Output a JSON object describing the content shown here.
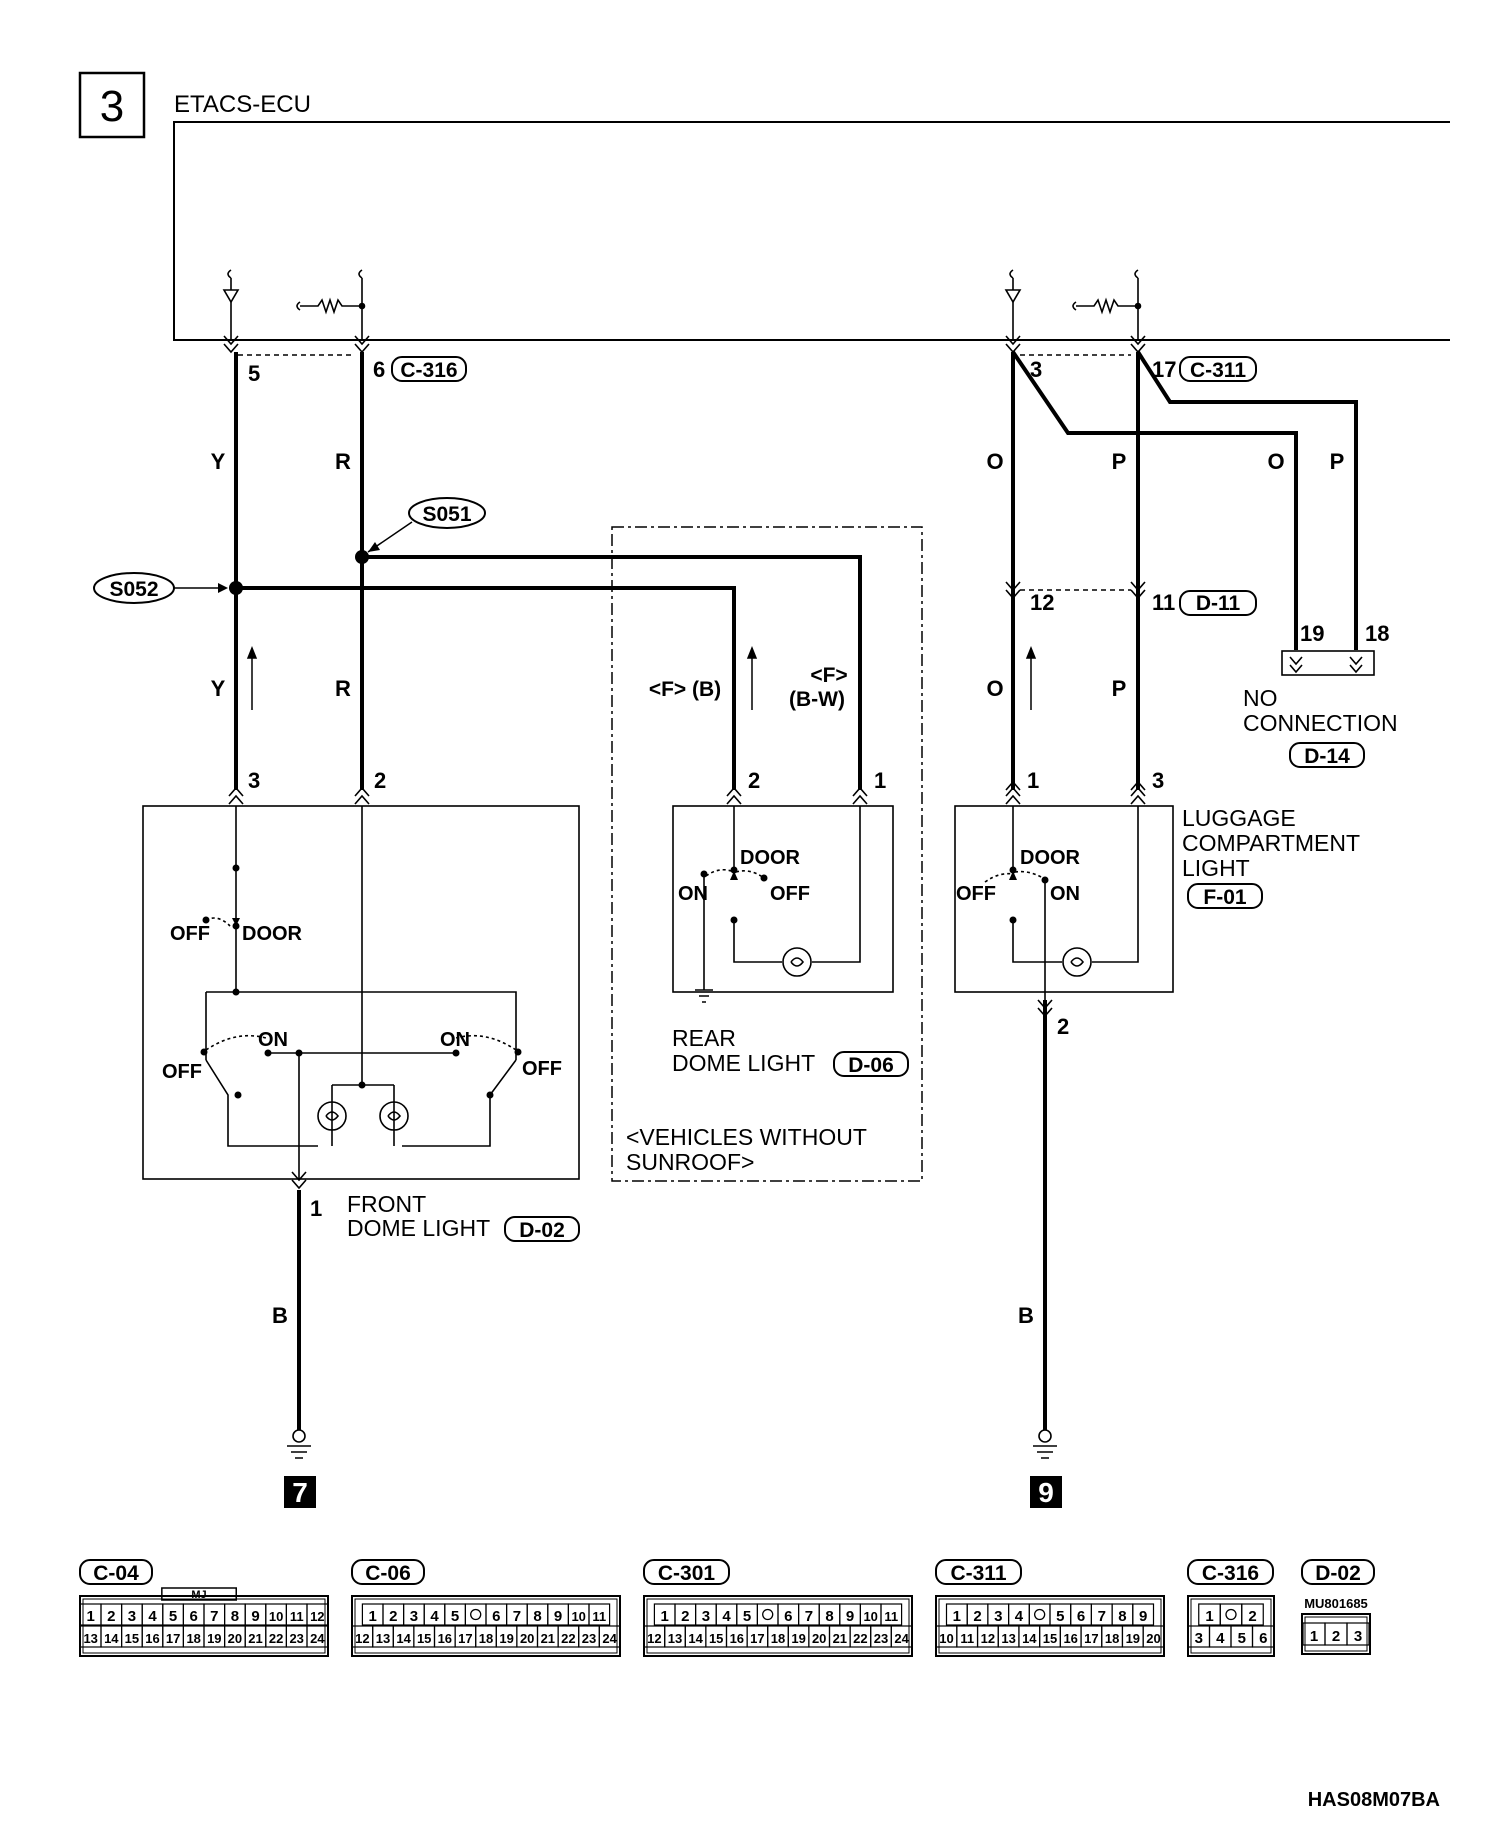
{
  "page_number": "3",
  "ecu_label": "ETACS-ECU",
  "ecu_pins": {
    "pin5": "5",
    "pin6": "6",
    "conn_c316": "C-316",
    "pin3": "3",
    "pin17": "17",
    "conn_c311": "C-311"
  },
  "wire_colors": {
    "y_top": "Y",
    "r_top": "R",
    "o_top": "O",
    "p_top": "P",
    "o_right": "O",
    "p_right": "P",
    "y_low": "Y",
    "r_low": "R",
    "o_low": "O",
    "p_low": "P",
    "f_b": "<F> (B)",
    "f_tag": "<F>",
    "bw": "(B-W)",
    "b_left": "B",
    "b_right": "B"
  },
  "splices": {
    "s051": "S051",
    "s052": "S052"
  },
  "junction": {
    "pin12": "12",
    "pin11": "11",
    "conn": "D-11",
    "pin19": "19",
    "pin18": "18",
    "nc_line1": "NO",
    "nc_line2": "CONNECTION",
    "nc_conn": "D-14"
  },
  "front_dome": {
    "pin3": "3",
    "pin2": "2",
    "pin1": "1",
    "off1": "OFF",
    "door": "DOOR",
    "on_l": "ON",
    "on_r": "ON",
    "off_l": "OFF",
    "off_r": "OFF",
    "label1": "FRONT",
    "label2": "DOME LIGHT",
    "conn": "D-02"
  },
  "rear_dome": {
    "pin2": "2",
    "pin1": "1",
    "door": "DOOR",
    "on": "ON",
    "off": "OFF",
    "label1": "REAR",
    "label2": "DOME LIGHT",
    "conn": "D-06",
    "note1": "<VEHICLES WITHOUT",
    "note2": "SUNROOF>"
  },
  "luggage": {
    "pin1": "1",
    "pin3": "3",
    "pin2": "2",
    "door": "DOOR",
    "off": "OFF",
    "on": "ON",
    "label1": "LUGGAGE",
    "label2": "COMPARTMENT",
    "label3": "LIGHT",
    "conn": "F-01"
  },
  "grounds": {
    "left": "7",
    "right": "9"
  },
  "connectors": [
    {
      "name": "C-04",
      "row1": [
        "1",
        "2",
        "3",
        "4",
        "5",
        "6",
        "7",
        "8",
        "9",
        "10",
        "11",
        "12"
      ],
      "row2": [
        "13",
        "14",
        "15",
        "16",
        "17",
        "18",
        "19",
        "20",
        "21",
        "22",
        "23",
        "24"
      ],
      "tag": "MJ"
    },
    {
      "name": "C-06",
      "row1": [
        "1",
        "2",
        "3",
        "4",
        "5",
        "",
        "6",
        "7",
        "8",
        "9",
        "10",
        "11"
      ],
      "row2": [
        "12",
        "13",
        "14",
        "15",
        "16",
        "17",
        "18",
        "19",
        "20",
        "21",
        "22",
        "23",
        "24"
      ]
    },
    {
      "name": "C-301",
      "row1": [
        "1",
        "2",
        "3",
        "4",
        "5",
        "",
        "6",
        "7",
        "8",
        "9",
        "10",
        "11"
      ],
      "row2": [
        "12",
        "13",
        "14",
        "15",
        "16",
        "17",
        "18",
        "19",
        "20",
        "21",
        "22",
        "23",
        "24"
      ]
    },
    {
      "name": "C-311",
      "row1": [
        "1",
        "2",
        "3",
        "4",
        "",
        "5",
        "6",
        "7",
        "8",
        "9"
      ],
      "row2": [
        "10",
        "11",
        "12",
        "13",
        "14",
        "15",
        "16",
        "17",
        "18",
        "19",
        "20"
      ]
    },
    {
      "name": "C-316",
      "row1": [
        "1",
        "",
        "2"
      ],
      "row2": [
        "3",
        "4",
        "5",
        "6"
      ]
    },
    {
      "name": "D-02",
      "row1": [
        "1",
        "2",
        "3"
      ],
      "part": "MU801685"
    }
  ],
  "doc_code": "HAS08M07BA"
}
